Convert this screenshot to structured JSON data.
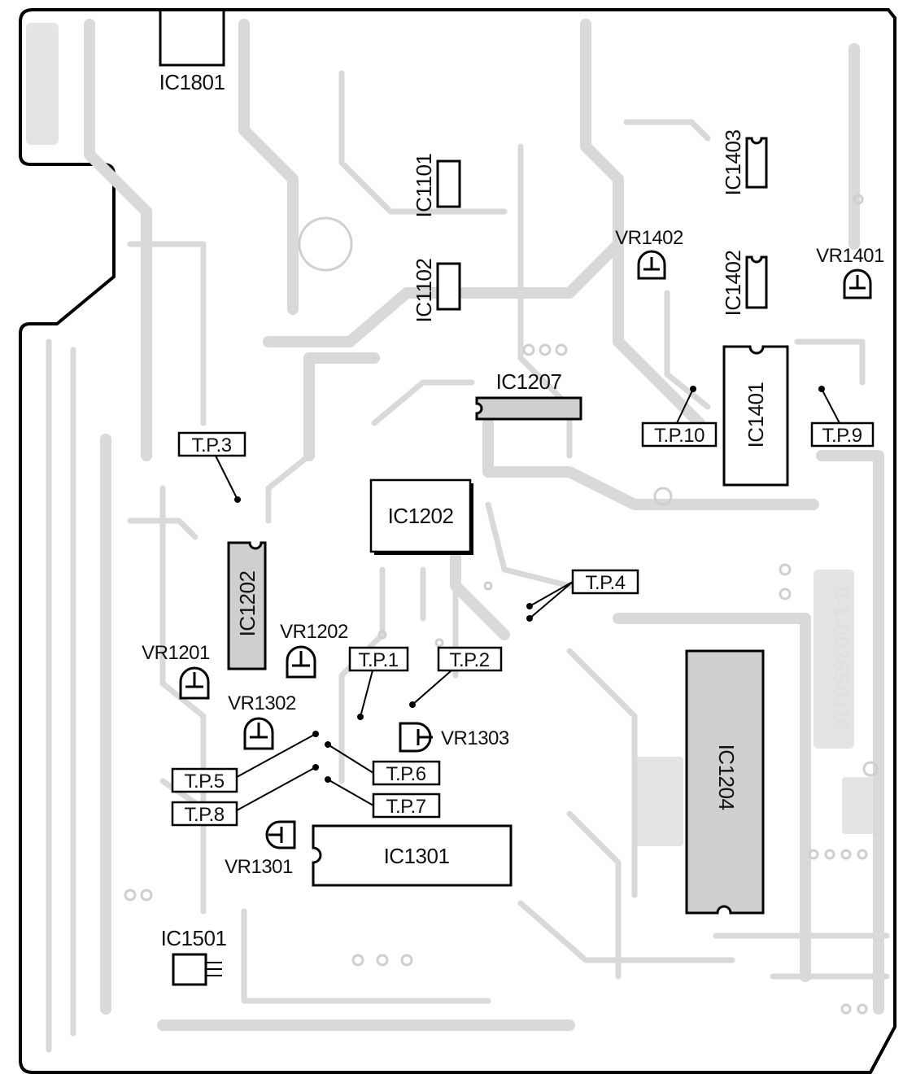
{
  "board": {
    "ics": [
      {
        "id": "ic1801",
        "label": "IC1801"
      },
      {
        "id": "ic1101",
        "label": "IC1101"
      },
      {
        "id": "ic1102",
        "label": "IC1102"
      },
      {
        "id": "ic1403",
        "label": "IC1403"
      },
      {
        "id": "ic1402",
        "label": "IC1402"
      },
      {
        "id": "ic1401",
        "label": "IC1401"
      },
      {
        "id": "ic1207",
        "label": "IC1207"
      },
      {
        "id": "ic1202-square",
        "label": "IC1202"
      },
      {
        "id": "ic1202-dip",
        "label": "IC1202"
      },
      {
        "id": "ic1204",
        "label": "IC1204"
      },
      {
        "id": "ic1301",
        "label": "IC1301"
      },
      {
        "id": "ic1501",
        "label": "IC1501"
      }
    ],
    "test_points": [
      {
        "id": "tp1",
        "label": "T.P.1"
      },
      {
        "id": "tp2",
        "label": "T.P.2"
      },
      {
        "id": "tp3",
        "label": "T.P.3"
      },
      {
        "id": "tp4",
        "label": "T.P.4"
      },
      {
        "id": "tp5",
        "label": "T.P.5"
      },
      {
        "id": "tp6",
        "label": "T.P.6"
      },
      {
        "id": "tp7",
        "label": "T.P.7"
      },
      {
        "id": "tp8",
        "label": "T.P.8"
      },
      {
        "id": "tp9",
        "label": "T.P.9"
      },
      {
        "id": "tp10",
        "label": "T.P.10"
      }
    ],
    "trimmers": [
      {
        "id": "vr1201",
        "label": "VR1201"
      },
      {
        "id": "vr1202",
        "label": "VR1202"
      },
      {
        "id": "vr1301",
        "label": "VR1301"
      },
      {
        "id": "vr1302",
        "label": "VR1302"
      },
      {
        "id": "vr1303",
        "label": "VR1303"
      },
      {
        "id": "vr1401",
        "label": "VR1401"
      },
      {
        "id": "vr1402",
        "label": "VR1402"
      }
    ],
    "silkscreen_code": "0-1-0036S0118"
  }
}
